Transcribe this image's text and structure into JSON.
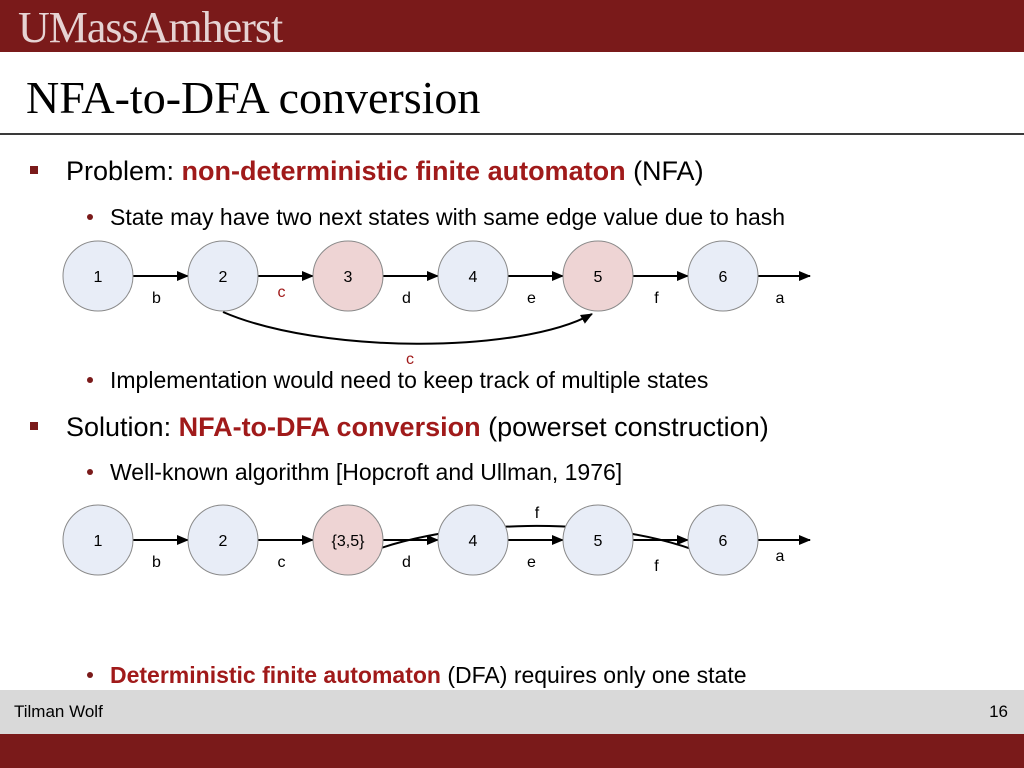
{
  "header": {
    "logo_text": "UMassAmherst"
  },
  "slide": {
    "title": "NFA-to-DFA conversion",
    "bullets": {
      "problem": {
        "prefix": "Problem: ",
        "highlight": "non-deterministic finite automaton",
        "suffix": " (NFA)"
      },
      "sub1": "State may have two next states with same edge value due to hash",
      "sub2": "Implementation would need to keep track of multiple states",
      "solution": {
        "prefix": "Solution: ",
        "highlight": "NFA-to-DFA conversion",
        "suffix": " (powerset construction)"
      },
      "sub3": "Well-known algorithm [Hopcroft and Ullman, 1976]",
      "sub4": {
        "highlight": "Deterministic finite automaton",
        "suffix": " (DFA) requires only one state"
      }
    },
    "nfa": {
      "states": [
        "1",
        "2",
        "3",
        "4",
        "5",
        "6"
      ],
      "edges": [
        "b",
        "c",
        "d",
        "e",
        "f",
        "a"
      ],
      "curve_label": "c"
    },
    "dfa": {
      "states": [
        "1",
        "2",
        "{3,5}",
        "4",
        "5",
        "6"
      ],
      "edges": [
        "b",
        "c",
        "d",
        "e",
        "f",
        "a"
      ],
      "curve_label": "f"
    }
  },
  "footer": {
    "author": "Tilman Wolf",
    "page_number": "16"
  },
  "colors": {
    "brand": "#7a1a1a",
    "highlight": "#a01a1a",
    "node_fill": "#e8edf7",
    "node_highlight_fill": "#eed4d4"
  }
}
